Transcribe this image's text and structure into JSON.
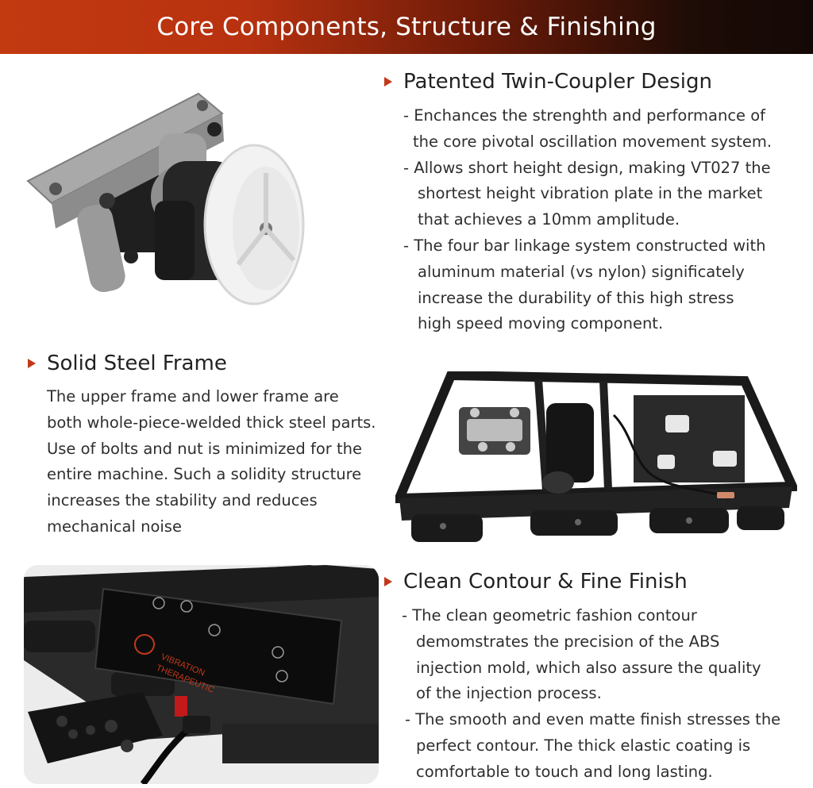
{
  "banner": {
    "title": "Core Components, Structure & Finishing"
  },
  "colors": {
    "accent": "#c0391a",
    "banner_start": "#c23a10",
    "banner_end": "#140806"
  },
  "sections": {
    "twin_coupler": {
      "heading": "Patented Twin-Coupler Design",
      "lines": [
        "- Enchances the strenghth and performance of",
        "the core pivotal oscillation movement system.",
        "- Allows short height design, making VT027 the",
        "shortest height vibration plate in the market",
        "that achieves a 10mm amplitude.",
        "- The four bar linkage system constructed with",
        "aluminum material (vs nylon) significately",
        "increase the durability of this high stress",
        "high speed moving component."
      ]
    },
    "steel_frame": {
      "heading": "Solid Steel Frame",
      "lines": [
        "The upper frame and lower frame are",
        "both whole-piece-welded thick steel parts.",
        "Use of bolts and nut is minimized for the",
        "entire machine. Such a solidity structure",
        "increases the stability and reduces",
        "mechanical noise"
      ]
    },
    "contour": {
      "heading": "Clean Contour & Fine Finish",
      "lines": [
        "- The clean geometric fashion contour",
        "demomstrates the precision of the ABS",
        "injection mold, which also assure the quality",
        "of the injection process.",
        "- The smooth and even matte finish stresses the",
        "perfect contour. The thick elastic coating is",
        "comfortable to touch and long lasting."
      ]
    }
  },
  "product_logo": {
    "line1": "VIBRATION",
    "line2": "THERAPEUTIC"
  }
}
